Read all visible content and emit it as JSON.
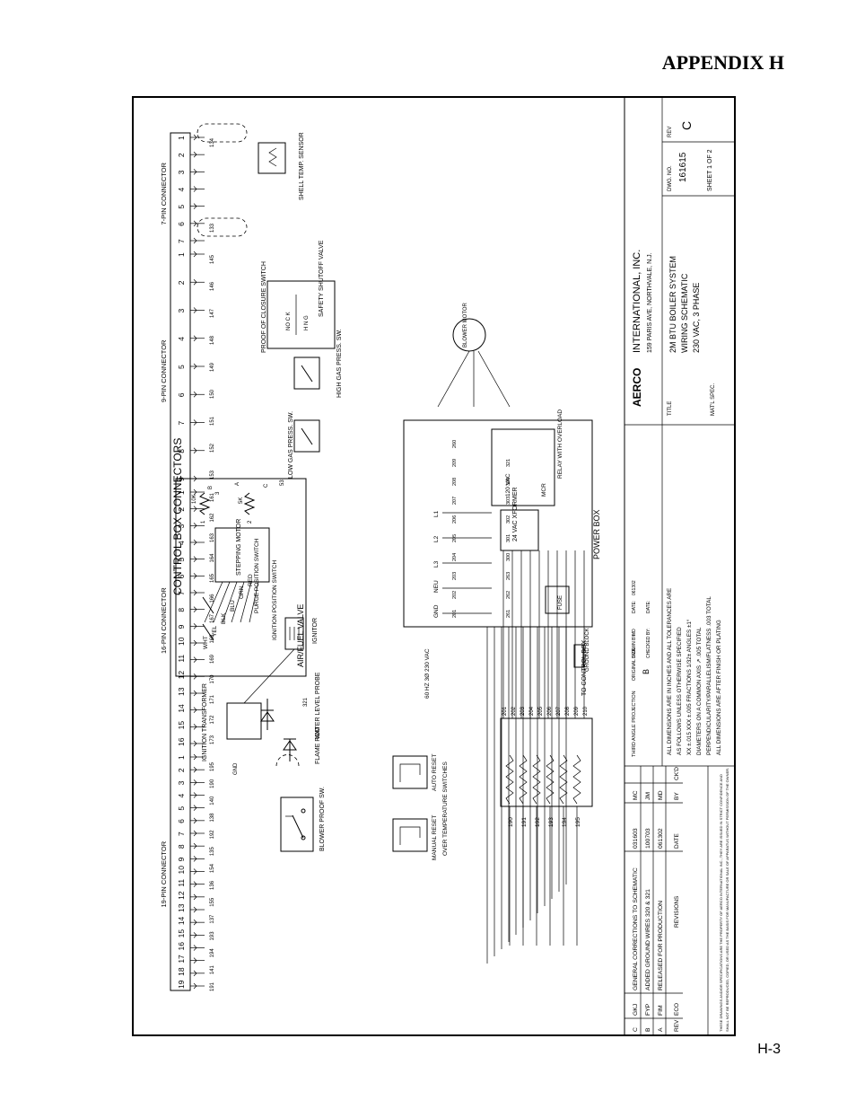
{
  "header": {
    "appendix": "APPENDIX H"
  },
  "footer": {
    "page": "H-3"
  },
  "diagram": {
    "main_title": "CONTROL BOX CONNECTORS",
    "connectors": [
      {
        "name": "19-PIN CONNECTOR",
        "pins": [
          "19",
          "18",
          "17",
          "16",
          "15",
          "14",
          "13",
          "12",
          "11",
          "10",
          "9",
          "8",
          "7",
          "6",
          "5",
          "4",
          "3",
          "2",
          "1"
        ]
      },
      {
        "name": "16-PIN CONNECTOR",
        "pins": [
          "16",
          "15",
          "14",
          "13",
          "12",
          "11",
          "10",
          "9",
          "8",
          "7",
          "6",
          "5",
          "4",
          "3",
          "2",
          "1"
        ]
      },
      {
        "name": "9-PIN CONNECTOR",
        "pins": [
          "9",
          "8",
          "7",
          "6",
          "5",
          "4",
          "3",
          "2",
          "1"
        ]
      },
      {
        "name": "7-PIN CONNECTOR",
        "pins": [
          "7",
          "6",
          "5",
          "4",
          "3",
          "2",
          "1"
        ]
      }
    ],
    "wire_numbers_19": [
      "191",
      "141",
      "194",
      "193",
      "137",
      "155",
      "136",
      "154",
      "135",
      "192",
      "138",
      "140",
      "190",
      "195"
    ],
    "wire_numbers_16": [
      "173",
      "172",
      "171",
      "170",
      "169",
      "168",
      "167",
      "166",
      "165",
      "164",
      "163",
      "162",
      "161"
    ],
    "wire_numbers_9": [
      "153",
      "152",
      "151",
      "150",
      "149",
      "148",
      "147",
      "146",
      "145"
    ],
    "wire_numbers_7": [
      "133",
      "134"
    ],
    "components": {
      "blower_proof": "BLOWER PROOF SW.",
      "flame_rod": "FLAME ROD",
      "water_level": "WATER LEVEL PROBE",
      "ignitor": "IGNITOR",
      "ignition_transformer": "IGNITION TRANSFORMER",
      "gnd": "GND",
      "manual_reset": "MANUAL RESET",
      "auto_reset": "AUTO RESET",
      "over_temp": "OVER TEMPERATURE SWITCHES",
      "air_fuel_valve": "AIR/FUEL VALVE",
      "stepping_motor": "STEPPING MOTOR",
      "ignition_position": "IGNITION POSITION SWITCH",
      "purge_position": "PURGE POSITION SWITCH",
      "low_gas": "LOW GAS PRESS. SW.",
      "high_gas": "HIGH GAS PRESS. SW.",
      "proof_closure": "PROOF OF CLOSURE SWITCH",
      "safety_shutoff": "SAFETY SHUTOFF VALVE",
      "shell_temp": "SHELL TEMP. SENSOR",
      "power_box": "POWER BOX",
      "xformer": "24 VAC XFORMER",
      "relay": "RELAY WITH OVERLOAD",
      "blower_motor": "BLOWER MOTOR",
      "ground_block": "GROUND BLOCK",
      "to_control_box": "TO CONTROL BOX",
      "supply": "60 HZ 3Ø 230 VAC",
      "vac120": "120 VAC",
      "mcr": "MCR",
      "fuse": "FUSE"
    },
    "motor_colors": [
      "WHT",
      "YEL",
      "BLK",
      "BLU",
      "GRN",
      "RED"
    ],
    "pot_labels": [
      "10K",
      "5K",
      "1",
      "2",
      "3",
      "A",
      "B",
      "C",
      "53"
    ],
    "power_terms": [
      "GND",
      "NEU",
      "L3",
      "L2",
      "L1"
    ],
    "power_wires": [
      "201",
      "202",
      "203",
      "204",
      "205",
      "206",
      "207",
      "208",
      "209",
      "260",
      "261",
      "262",
      "263",
      "300",
      "301",
      "302",
      "303",
      "320",
      "321"
    ],
    "terminal_left": [
      "190",
      "191",
      "192",
      "193",
      "194",
      "195"
    ],
    "terminal_right": [
      "201",
      "202",
      "203",
      "204",
      "205",
      "206",
      "207",
      "208",
      "209",
      "210"
    ]
  },
  "title_block": {
    "company": "INTERNATIONAL, INC.",
    "address": "159 PARIS AVE, NORTHVALE, N.J.",
    "title_label": "TITLE",
    "title_lines": [
      "2M BTU BOILER SYSTEM",
      "WIRING SCHEMATIC",
      "230 VAC, 3 PHASE"
    ],
    "matl_spec": "MAT'L SPEC.",
    "dwg_no_label": "DWG. NO.",
    "dwg_no": "161615",
    "rev_label": "REV",
    "rev": "C",
    "sheet": "SHEET 1 OF 2",
    "projection": "THIRD ANGLE PROJECTION",
    "orig_size_label": "ORIGINAL SIZE",
    "orig_size": "B",
    "drawn_by": "DRAWN BY:",
    "drawn_by_val": "MD",
    "date_label": "DATE:",
    "date_val": "061302",
    "checked_by": "CHECKED BY:",
    "tolerances": [
      "ALL DIMENSIONS ARE IN INCHES AND ALL TOLERANCES ARE",
      "AS FOLLOWS UNLESS OTHERWISE SPECIFIED",
      "XX ±.015 XXX ±.005 FRACTIONS 1/32± ANGLES ±1°",
      "DIAMETERS ON A COMMON AXIS ↗ .005 TOTAL",
      "PERPENDICULARITY/PARALLELISM/FLATNESS .003 TOTAL",
      "ALL DIMENSIONS ARE AFTER FINISH OR PLATING"
    ],
    "revisions": [
      {
        "rev": "C",
        "eco": "GKJ",
        "desc": "GENERAL CORRECTIONS TO SCHEMATIC",
        "date": "031603",
        "by": "MC"
      },
      {
        "rev": "B",
        "eco": "FYP",
        "desc": "ADDED GROUND WIRES 320 & 321",
        "date": "100703",
        "by": "JM"
      },
      {
        "rev": "A",
        "eco": "FIM",
        "desc": "RELEASED FOR PRODUCTION",
        "date": "061302",
        "by": "MD"
      }
    ],
    "rev_header": {
      "rev": "REV",
      "eco": "ECO",
      "desc": "REVISIONS",
      "date": "DATE",
      "by": "BY",
      "ckd": "CK'D"
    },
    "notice_1": "THESE DRAWINGS AND/OR SPECIFICATIONS ARE THE PROPERTY OF AERCO INTERNATIONAL INC.; THEY ARE ISSUED IN STRICT CONFIDENCE AND",
    "notice_2": "SHALL NOT BE REPRODUCED, COPIED, OR USED AS THE BASIS FOR MANUFACTURE OR SALE OF APPARATUS WITHOUT PERMISSION OF THE OWNER."
  }
}
